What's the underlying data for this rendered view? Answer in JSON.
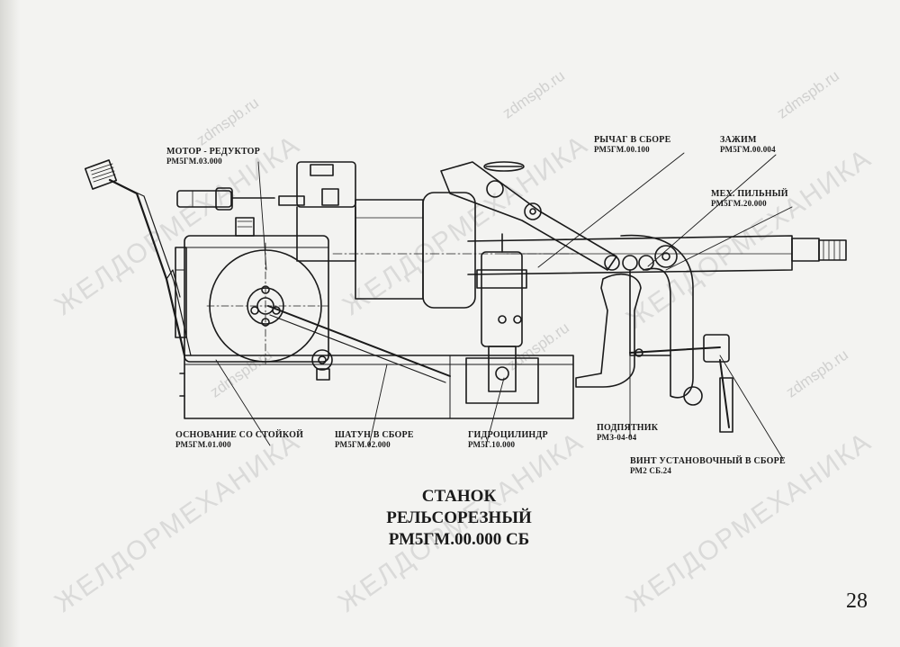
{
  "labels": {
    "motor": {
      "name": "МОТОР - РЕДУКТОР",
      "code": "РМ5ГМ.03.000"
    },
    "lever": {
      "name": "РЫЧАГ В СБОРЕ",
      "code": "РМ5ГМ.00.100"
    },
    "clamp": {
      "name": "ЗАЖИМ",
      "code": "РМ5ГМ.00.004"
    },
    "saw": {
      "name": "МЕХ. ПИЛЬНЫЙ",
      "code": "РМ5ГМ.20.000"
    },
    "base": {
      "name": "ОСНОВАНИЕ СО СТОЙКОЙ",
      "code": "РМ5ГМ.01.000"
    },
    "rod": {
      "name": "ШАТУН В СБОРЕ",
      "code": "РМ5ГМ.02.000"
    },
    "cylinder": {
      "name": "ГИДРОЦИЛИНДР",
      "code": "РМ5Г.10.000"
    },
    "bearing": {
      "name": "ПОДПЯТНИК",
      "code": "РМЗ-04-04"
    },
    "screw": {
      "name": "ВИНТ УСТАНОВОЧНЫЙ В СБОРЕ",
      "code": "РМ2 СБ.24"
    }
  },
  "title": {
    "line1": "СТАНОК",
    "line2": "РЕЛЬСОРЕЗНЫЙ",
    "line3": "РМ5ГМ.00.000 СБ"
  },
  "page_number": "28",
  "watermarks": {
    "site": "zdmspb.ru",
    "brand": "ЖЕЛДОРМЕХАНИКА"
  }
}
